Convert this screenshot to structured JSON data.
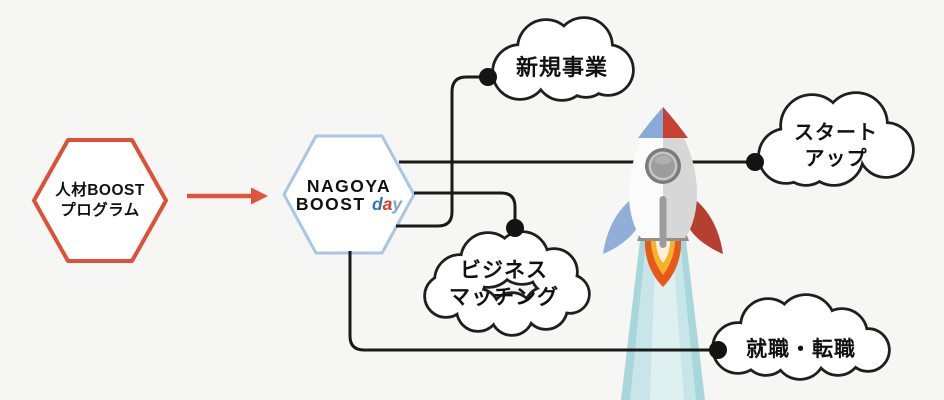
{
  "diagram": {
    "left_hexagon": {
      "line1": "人材BOOST",
      "line2": "プログラム"
    },
    "center_hexagon": {
      "line1": "NAGOYA",
      "boost": "BOOST",
      "day_d": "d",
      "day_a": "a",
      "day_y": "y"
    },
    "clouds": [
      {
        "id": "new-business",
        "lines": [
          "新規事業"
        ]
      },
      {
        "id": "startup",
        "lines": [
          "スタート",
          "アップ"
        ]
      },
      {
        "id": "business-matching",
        "lines": [
          "ビジネス",
          "マッチング"
        ]
      },
      {
        "id": "job-change",
        "lines": [
          "就職・転職"
        ]
      }
    ],
    "colors": {
      "background": "#f6f6f5",
      "accent_red": "#e15439",
      "left_hexagon_border": "#dd5138",
      "center_hexagon_border": "#abc6e2",
      "connector_line": "#1a1a1a",
      "day_blue": "#3a72b3",
      "day_red": "#d23f2a",
      "day_light_blue": "#7aa7d6",
      "rocket_blue": "#8fafd8",
      "rocket_red": "#c84130",
      "rocket_plume_teal": "#a7d6db",
      "flame_orange": "#e7591b",
      "flame_yellow": "#f5b32b"
    }
  }
}
